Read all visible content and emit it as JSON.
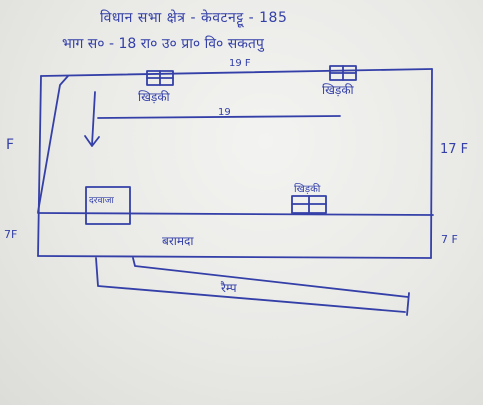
{
  "header": {
    "line1": "विधान सभा क्षेत्र - केवटनट्टू - 185",
    "line2": "भाग स० - 18   रा० उ० प्रा० वि० सकतपु"
  },
  "plan": {
    "top_dimension": "19 F",
    "inner_dimension": "19",
    "left_dimension": "F",
    "right_dimension": "17 F",
    "verandah_left_dimension": "7F",
    "verandah_right_dimension": "7 F",
    "window_top_left_label": "खिड़की",
    "window_top_right_label": "खिड़की",
    "window_bottom_right_label": "खिड़की",
    "door_label": "दरवाजा",
    "verandah_label": "बरामदा",
    "ramp_label": "रैम्प"
  },
  "colors": {
    "ink": "#3440a8",
    "paper": "#ecece9"
  }
}
